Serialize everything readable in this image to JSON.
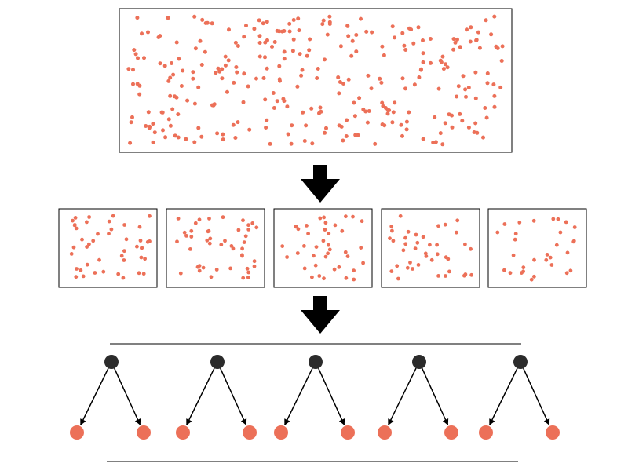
{
  "colors": {
    "point": "#ec7058",
    "node": "#2b2b2b",
    "stroke": "#000000",
    "background": "#ffffff"
  },
  "icons": {
    "process_arrow": "down-arrow-icon",
    "edge": "arrow-icon"
  },
  "diagram": {
    "population": {
      "point_count": 300
    },
    "subsamples": [
      {
        "point_count": 45
      },
      {
        "point_count": 45
      },
      {
        "point_count": 40
      },
      {
        "point_count": 40
      },
      {
        "point_count": 30
      }
    ],
    "trees": [
      {
        "children": 2
      },
      {
        "children": 2
      },
      {
        "children": 2
      },
      {
        "children": 2
      },
      {
        "children": 2
      }
    ]
  }
}
